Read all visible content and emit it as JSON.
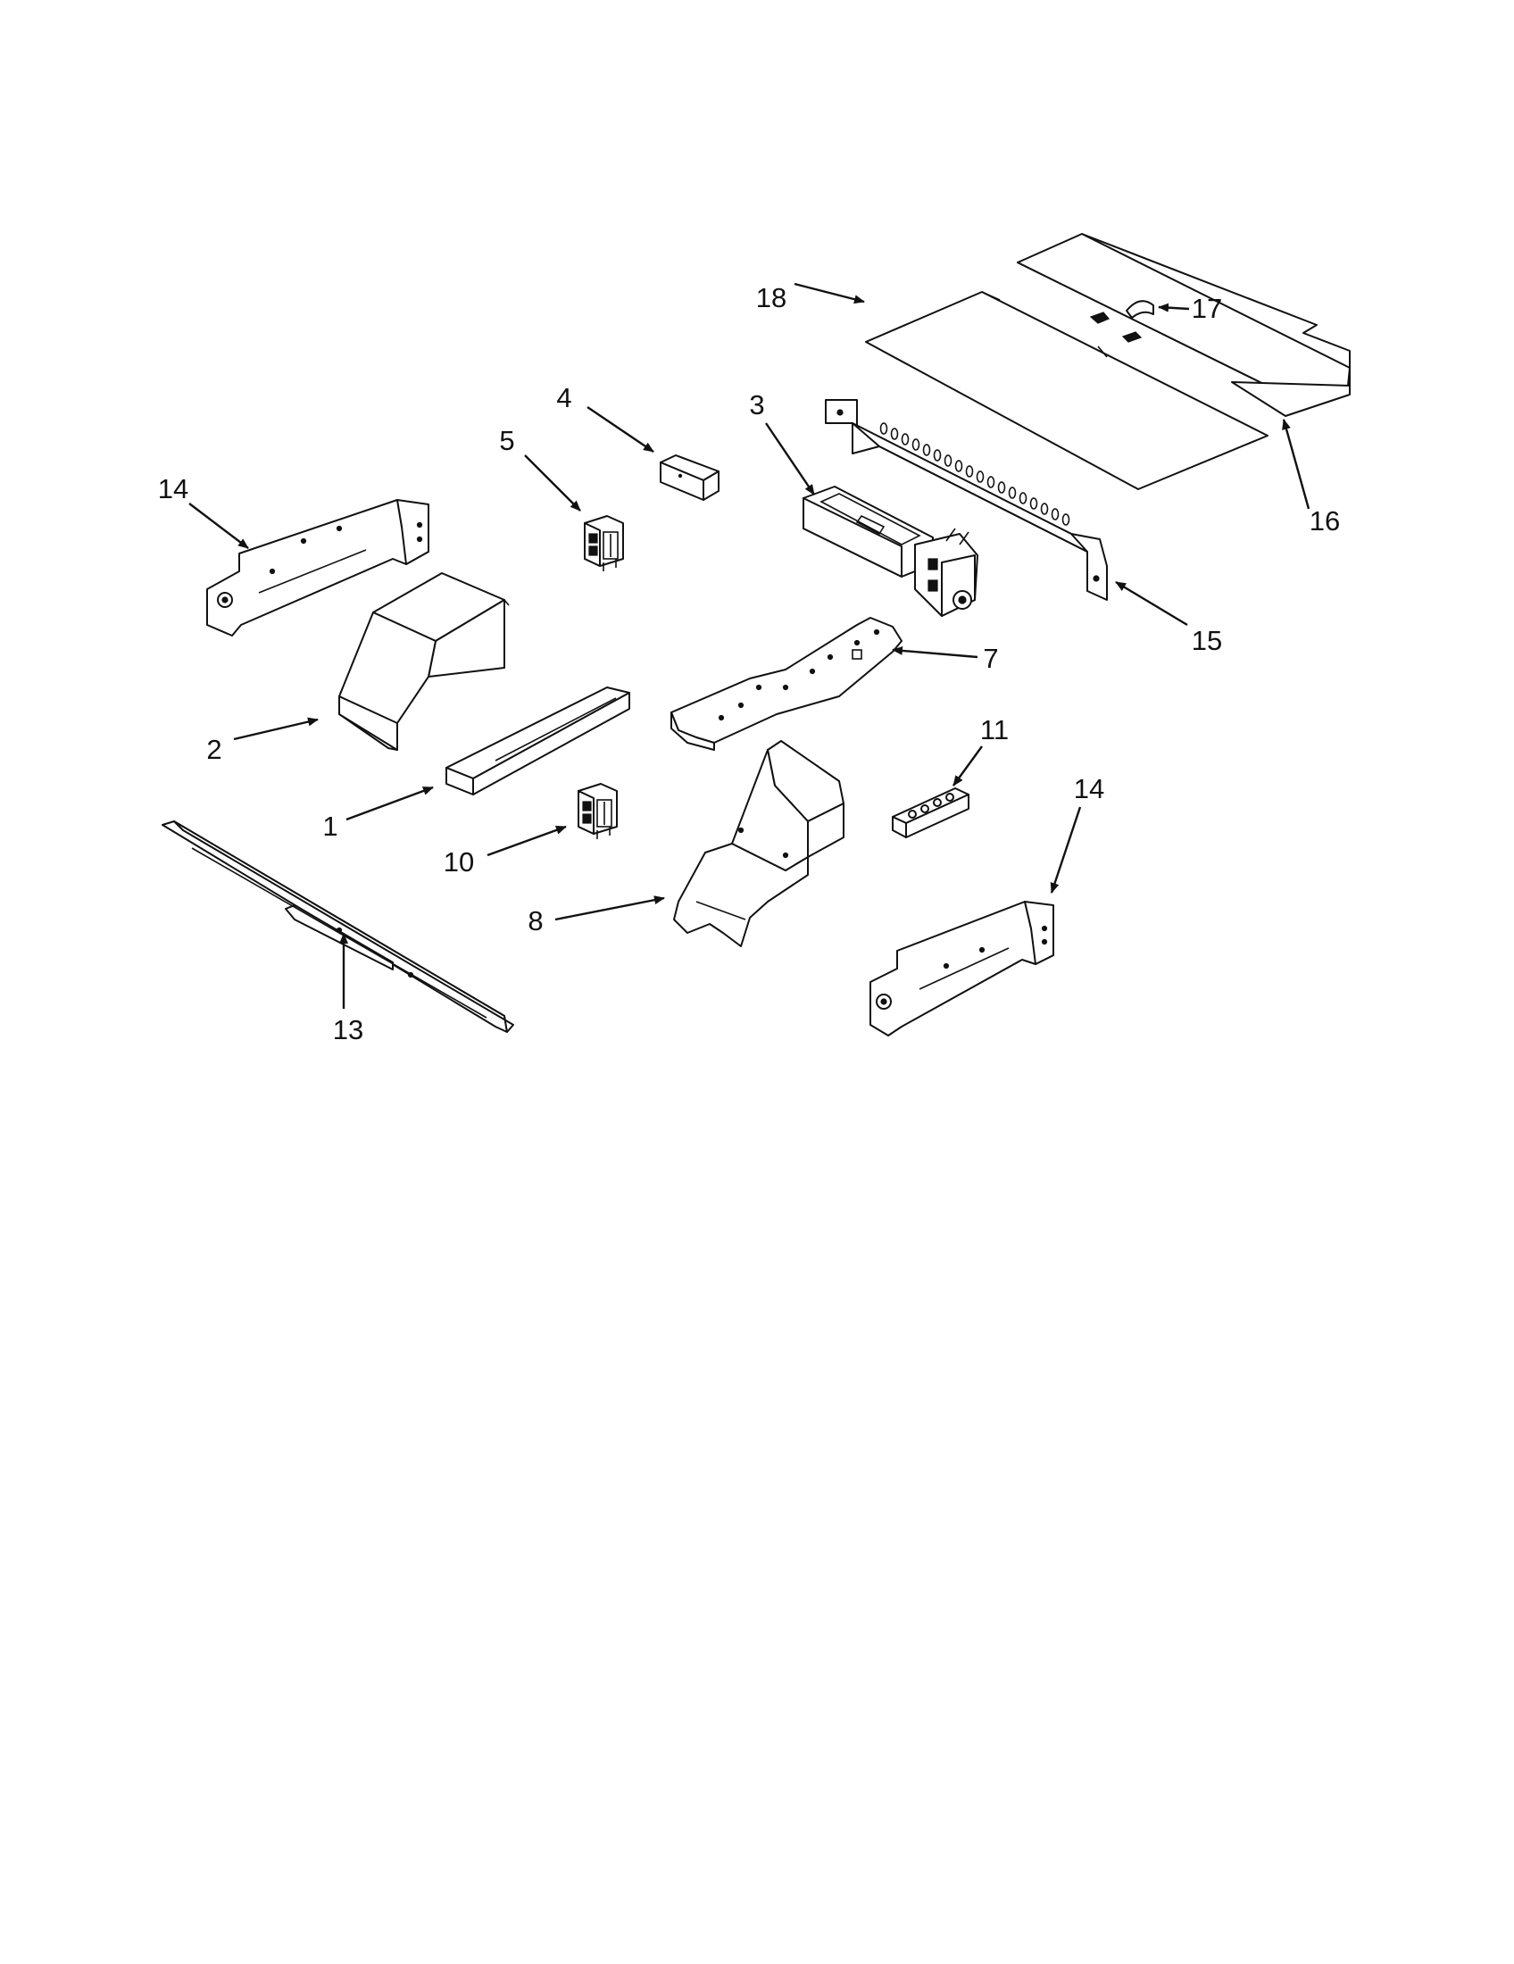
{
  "callouts": [
    {
      "id": "1",
      "label": "1"
    },
    {
      "id": "2",
      "label": "2"
    },
    {
      "id": "3",
      "label": "3"
    },
    {
      "id": "4",
      "label": "4"
    },
    {
      "id": "5",
      "label": "5"
    },
    {
      "id": "7",
      "label": "7"
    },
    {
      "id": "8",
      "label": "8"
    },
    {
      "id": "10",
      "label": "10"
    },
    {
      "id": "11",
      "label": "11"
    },
    {
      "id": "13",
      "label": "13"
    },
    {
      "id": "14a",
      "label": "14"
    },
    {
      "id": "14b",
      "label": "14"
    },
    {
      "id": "15",
      "label": "15"
    },
    {
      "id": "16",
      "label": "16"
    },
    {
      "id": "17",
      "label": "17"
    },
    {
      "id": "18",
      "label": "18"
    }
  ]
}
